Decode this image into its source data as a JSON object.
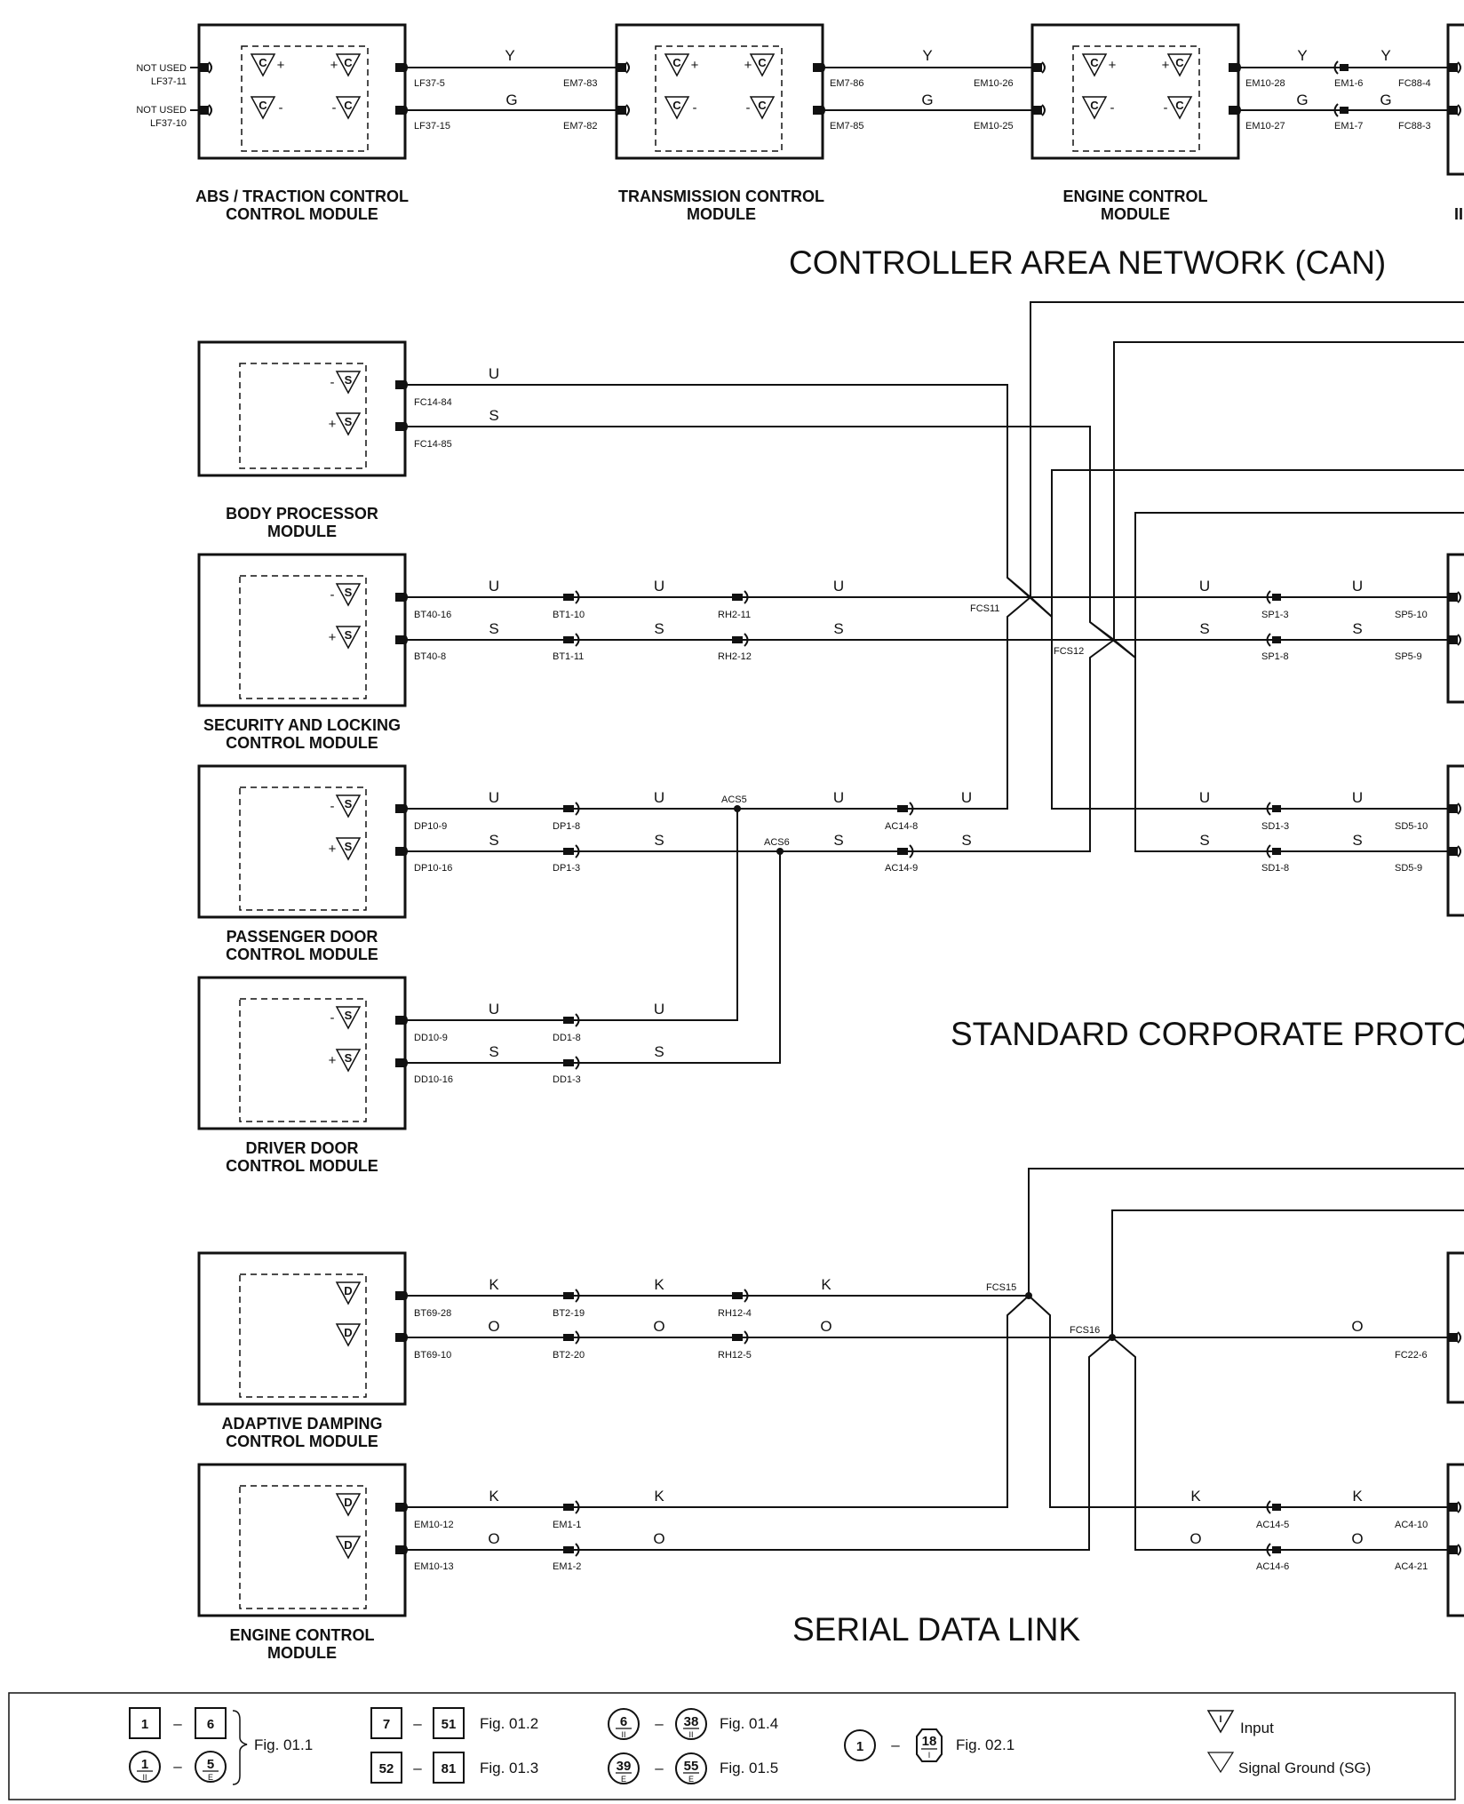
{
  "sections": {
    "can": "CONTROLLER AREA NETWORK (CAN)",
    "scp": "STANDARD CORPORATE PROTOC",
    "sdl": "SERIAL DATA LINK"
  },
  "top_modules": [
    {
      "id": "abs",
      "name": [
        "ABS / TRACTION CONTROL",
        "CONTROL MODULE"
      ],
      "pins": [
        "LF37-5",
        "LF37-15"
      ]
    },
    {
      "id": "tcm",
      "name": [
        "TRANSMISSION CONTROL",
        "MODULE"
      ],
      "pins_left": [
        "EM7-83",
        "EM7-82"
      ],
      "pins_right": [
        "EM7-86",
        "EM7-85"
      ]
    },
    {
      "id": "ecm",
      "name": [
        "ENGINE CONTROL",
        "MODULE"
      ],
      "pins_left": [
        "EM10-26",
        "EM10-25"
      ],
      "pins_right": [
        "EM10-28",
        "EM10-27"
      ]
    }
  ],
  "abs_unused": {
    "label": "NOT USED",
    "pins": [
      "LF37-11",
      "LF37-10"
    ]
  },
  "can_wires": {
    "colors": [
      "Y",
      "G"
    ],
    "inline": [
      "EM1-6",
      "EM1-7"
    ],
    "right_pins": [
      "FC88-4",
      "FC88-3"
    ],
    "right_module_label": "II"
  },
  "scp_modules": [
    {
      "id": "bpm",
      "name": [
        "BODY PROCESSOR",
        "MODULE"
      ],
      "pins": [
        "FC14-84",
        "FC14-85"
      ],
      "colors": [
        "U",
        "S"
      ]
    },
    {
      "id": "slcm",
      "name": [
        "SECURITY AND LOCKING",
        "CONTROL MODULE"
      ],
      "pins": [
        "BT40-16",
        "BT40-8"
      ],
      "inline1": [
        "BT1-10",
        "BT1-11"
      ],
      "inline2": [
        "RH2-11",
        "RH2-12"
      ]
    },
    {
      "id": "pdcm",
      "name": [
        "PASSENGER DOOR",
        "CONTROL MODULE"
      ],
      "pins": [
        "DP10-9",
        "DP10-16"
      ],
      "inline1": [
        "DP1-8",
        "DP1-3"
      ],
      "inline2": [
        "AC14-8",
        "AC14-9"
      ]
    },
    {
      "id": "ddcm",
      "name": [
        "DRIVER DOOR",
        "CONTROL MODULE"
      ],
      "pins": [
        "DD10-9",
        "DD10-16"
      ],
      "inline1": [
        "DD1-8",
        "DD1-3"
      ]
    }
  ],
  "scp_right": {
    "inline1": [
      "SP1-3",
      "SP1-8"
    ],
    "pins1": [
      "SP5-10",
      "SP5-9"
    ],
    "inline2": [
      "SD1-3",
      "SD1-8"
    ],
    "pins2": [
      "SD5-10",
      "SD5-9"
    ]
  },
  "splices": {
    "s11": "FCS11",
    "s12": "FCS12",
    "s5": "ACS5",
    "s6": "ACS6",
    "s15": "FCS15",
    "s16": "FCS16"
  },
  "sdl_modules": [
    {
      "id": "adcm",
      "name": [
        "ADAPTIVE DAMPING",
        "CONTROL MODULE"
      ],
      "pins": [
        "BT69-28",
        "BT69-10"
      ],
      "inline1": [
        "BT2-19",
        "BT2-20"
      ],
      "inline2": [
        "RH12-4",
        "RH12-5"
      ],
      "colors": [
        "K",
        "O"
      ]
    },
    {
      "id": "ecm2",
      "name": [
        "ENGINE CONTROL",
        "MODULE"
      ],
      "pins": [
        "EM10-12",
        "EM10-13"
      ],
      "inline1": [
        "EM1-1",
        "EM1-2"
      ]
    }
  ],
  "sdl_right": {
    "pin_fc": "FC22-6",
    "inline": [
      "AC14-5",
      "AC14-6"
    ],
    "pins": [
      "AC4-10",
      "AC4-21"
    ]
  },
  "wire_colors": {
    "U": "U",
    "S": "S",
    "K": "K",
    "O": "O",
    "Y": "Y",
    "G": "G"
  },
  "symbols": {
    "c": "C",
    "s": "S",
    "d": "D",
    "plus": "+",
    "minus": "-"
  },
  "legend": {
    "items": [
      {
        "a": "1",
        "b": "6",
        "a2": "1",
        "a2s": "II",
        "b2": "5",
        "b2s": "E",
        "fig": "Fig. 01.1"
      },
      {
        "a": "7",
        "b": "51",
        "fig": "Fig. 01.2"
      },
      {
        "a": "52",
        "b": "81",
        "fig": "Fig. 01.3"
      },
      {
        "a": "6",
        "as": "II",
        "b": "38",
        "bs": "II",
        "fig": "Fig. 01.4"
      },
      {
        "a": "39",
        "as": "E",
        "b": "55",
        "bs": "E",
        "fig": "Fig. 01.5"
      },
      {
        "a": "1",
        "b": "18",
        "bs": "I",
        "fig": "Fig. 02.1"
      }
    ],
    "dash": "–",
    "input_symbol": "I",
    "input": "Input",
    "signal_ground": "Signal Ground (SG)"
  },
  "icons": [
    "terminal-icon",
    "splice-icon",
    "input-symbol-icon",
    "signal-ground-icon"
  ]
}
